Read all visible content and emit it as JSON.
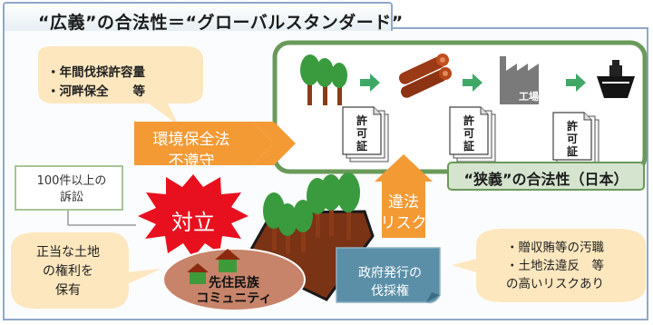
{
  "title": "“広義”の合法性＝“グローバルスタンダード”",
  "narrow_label": "“狭義”の合法性（日本）",
  "factory_label": "工場",
  "permit_label": "許可証",
  "callout": {
    "line1": "・年間伐採許容量",
    "line2": "・河畔保全　　等"
  },
  "law_violation": {
    "line1": "環境保全法",
    "line2": "不遵守"
  },
  "lawsuits": {
    "line1": "100件以上の",
    "line2": "訴訟"
  },
  "conflict": "対立",
  "illegal_risk": {
    "line1": "違法",
    "line2": "リスク"
  },
  "land_rights": {
    "line1": "正当な土地",
    "line2": "の権利を",
    "line3": "保有"
  },
  "community": {
    "line1": "先住民族",
    "line2": "コミュニティ"
  },
  "government": {
    "line1": "政府発行の",
    "line2": "伐採権"
  },
  "risks": {
    "line1": "・贈収賄等の汚職",
    "line2": "・土地法違反　等",
    "line3": "の高いリスクあり"
  },
  "colors": {
    "frame_border": "#8fa8c8",
    "green_box": "#6a9a5a",
    "orange": "#f39a35",
    "callout_fill": "#fde7bf",
    "arrow_green": "#3fa867",
    "conflict_red": "#e8101e",
    "tree_trunk": "#8b3b17",
    "tree_crown": "#3a9a3e",
    "community_fill": "#c7846a",
    "govt_fill": "#5b8fa8",
    "narrow_fill": "#d5e4cf"
  }
}
